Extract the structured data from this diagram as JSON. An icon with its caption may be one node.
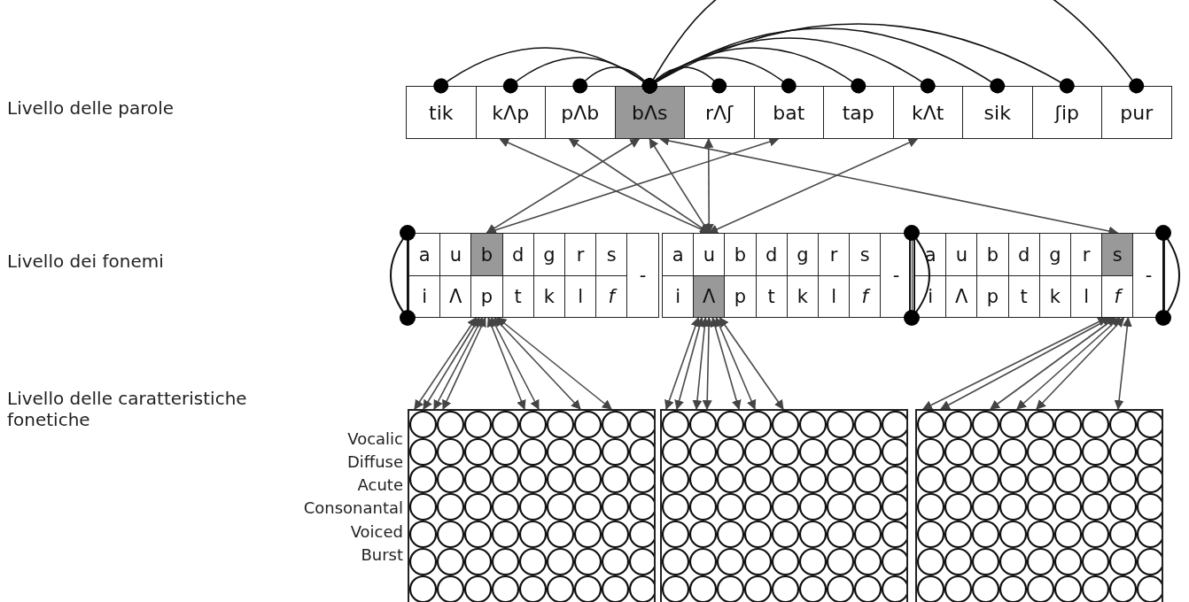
{
  "diagram": {
    "nodes": [
      {
        "text": [
          "tik"
        ]
      },
      {
        "text": [
          "kΛp"
        ]
      },
      {
        "text": [
          "pΛb"
        ]
      },
      {
        "text": [
          "bΛs"
        ]
      },
      {
        "text": [
          "rΛʃ"
        ]
      },
      {
        "text": [
          "bat"
        ]
      },
      {
        "text": [
          "tap"
        ]
      },
      {
        "text": [
          "kΛt"
        ]
      },
      {
        "text": [
          "sik"
        ]
      },
      {
        "text": [
          "ʃip"
        ]
      },
      {
        "text": [
          "pur"
        ]
      },
      {
        "text": [
          "a"
        ]
      },
      {
        "text": [
          "u"
        ]
      },
      {
        "text": [
          "b"
        ]
      },
      {
        "text": [
          "d"
        ]
      },
      {
        "text": [
          "g"
        ]
      },
      {
        "text": [
          "r"
        ]
      },
      {
        "text": [
          "s"
        ]
      },
      {
        "text": [
          "-"
        ]
      },
      {
        "text": [
          "i"
        ]
      },
      {
        "text": [
          "Λ"
        ]
      },
      {
        "text": [
          "p"
        ]
      },
      {
        "text": [
          "t"
        ]
      },
      {
        "text": [
          "k"
        ]
      },
      {
        "text": [
          "l"
        ]
      },
      {
        "text": [
          "f"
        ]
      },
      {
        "text": [
          "a"
        ]
      },
      {
        "text": [
          "u"
        ]
      },
      {
        "text": [
          "b"
        ]
      },
      {
        "text": [
          "d"
        ]
      },
      {
        "text": [
          "g"
        ]
      },
      {
        "text": [
          "r"
        ]
      },
      {
        "text": [
          "s"
        ]
      },
      {
        "text": [
          "-"
        ]
      },
      {
        "text": [
          "i"
        ]
      },
      {
        "text": [
          "Λ"
        ]
      },
      {
        "text": [
          "p"
        ]
      },
      {
        "text": [
          "t"
        ]
      },
      {
        "text": [
          "k"
        ]
      },
      {
        "text": [
          "l"
        ]
      },
      {
        "text": [
          "f"
        ]
      },
      {
        "text": [
          "a"
        ]
      },
      {
        "text": [
          "u"
        ]
      },
      {
        "text": [
          "b"
        ]
      },
      {
        "text": [
          "d"
        ]
      },
      {
        "text": [
          "g"
        ]
      },
      {
        "text": [
          "r"
        ]
      },
      {
        "text": [
          "s"
        ]
      },
      {
        "text": [
          "-"
        ]
      },
      {
        "text": [
          "i"
        ]
      },
      {
        "text": [
          "Λ"
        ]
      },
      {
        "text": [
          "p"
        ]
      },
      {
        "text": [
          "t"
        ]
      },
      {
        "text": [
          "k"
        ]
      },
      {
        "text": [
          "l"
        ]
      },
      {
        "text": [
          "f"
        ]
      },
      {
        "text": [],
        "shape": "grid"
      },
      {
        "text": [],
        "shape": "grid"
      },
      {
        "text": [],
        "shape": "grid"
      }
    ],
    "edges": [
      {
        "from": 3,
        "to": 0,
        "arrow": "other",
        "color": "#111111"
      },
      {
        "from": 3,
        "to": 1,
        "arrow": "other",
        "color": "#111111"
      },
      {
        "from": 3,
        "to": 2,
        "arrow": "other",
        "color": "#111111"
      },
      {
        "from": 3,
        "to": 4,
        "arrow": "other",
        "color": "#111111"
      },
      {
        "from": 3,
        "to": 5,
        "arrow": "other",
        "color": "#111111"
      },
      {
        "from": 3,
        "to": 6,
        "arrow": "other",
        "color": "#111111"
      },
      {
        "from": 3,
        "to": 7,
        "arrow": "other",
        "color": "#111111"
      },
      {
        "from": 3,
        "to": 8,
        "arrow": "other",
        "color": "#111111"
      },
      {
        "from": 3,
        "to": 9,
        "arrow": "other",
        "color": "#111111"
      },
      {
        "from": 3,
        "to": null,
        "arrow": "other",
        "color": "#111111"
      },
      {
        "from": null,
        "to": 10,
        "arrow": "other",
        "color": "#111111"
      },
      {
        "from": 13,
        "to": 3,
        "arrow": "both"
      },
      {
        "from": 13,
        "to": 5,
        "arrow": "both"
      },
      {
        "from": 27,
        "to": 1,
        "arrow": "both"
      },
      {
        "from": 27,
        "to": 2,
        "arrow": "both"
      },
      {
        "from": 27,
        "to": 3,
        "arrow": "both"
      },
      {
        "from": 27,
        "to": 4,
        "arrow": "both"
      },
      {
        "from": 27,
        "to": 7,
        "arrow": "both"
      },
      {
        "from": 47,
        "to": 3,
        "arrow": "both"
      },
      {
        "from": 21,
        "to": 56,
        "arrow": "both"
      },
      {
        "from": 21,
        "to": 56,
        "arrow": "both"
      },
      {
        "from": 21,
        "to": 56,
        "arrow": "both"
      },
      {
        "from": 21,
        "to": 56,
        "arrow": "both"
      },
      {
        "from": 21,
        "to": 56,
        "arrow": "both"
      },
      {
        "from": 21,
        "to": 56,
        "arrow": "both"
      },
      {
        "from": 21,
        "to": 56,
        "arrow": "both"
      },
      {
        "from": 21,
        "to": 56,
        "arrow": "both"
      },
      {
        "from": 35,
        "to": 57,
        "arrow": "both"
      },
      {
        "from": 35,
        "to": 57,
        "arrow": "both"
      },
      {
        "from": 35,
        "to": 57,
        "arrow": "both"
      },
      {
        "from": 35,
        "to": 57,
        "arrow": "both"
      },
      {
        "from": 35,
        "to": 57,
        "arrow": "both"
      },
      {
        "from": 35,
        "to": 57,
        "arrow": "both"
      },
      {
        "from": 35,
        "to": 57,
        "arrow": "both"
      },
      {
        "from": 55,
        "to": 58,
        "arrow": "both"
      },
      {
        "from": 55,
        "to": 58,
        "arrow": "both"
      },
      {
        "from": 55,
        "to": 58,
        "arrow": "both"
      },
      {
        "from": 55,
        "to": 58,
        "arrow": "both"
      },
      {
        "from": 55,
        "to": 58,
        "arrow": "both"
      },
      {
        "from": 55,
        "to": 58,
        "arrow": "both"
      }
    ],
    "labels": [
      "Livello delle parole",
      "Livello dei fonemi",
      "Livello delle caratteristiche fonetiche",
      "Vocalic",
      "Diffuse",
      "Acute",
      "Consonantal",
      "Voiced",
      "Burst"
    ]
  }
}
